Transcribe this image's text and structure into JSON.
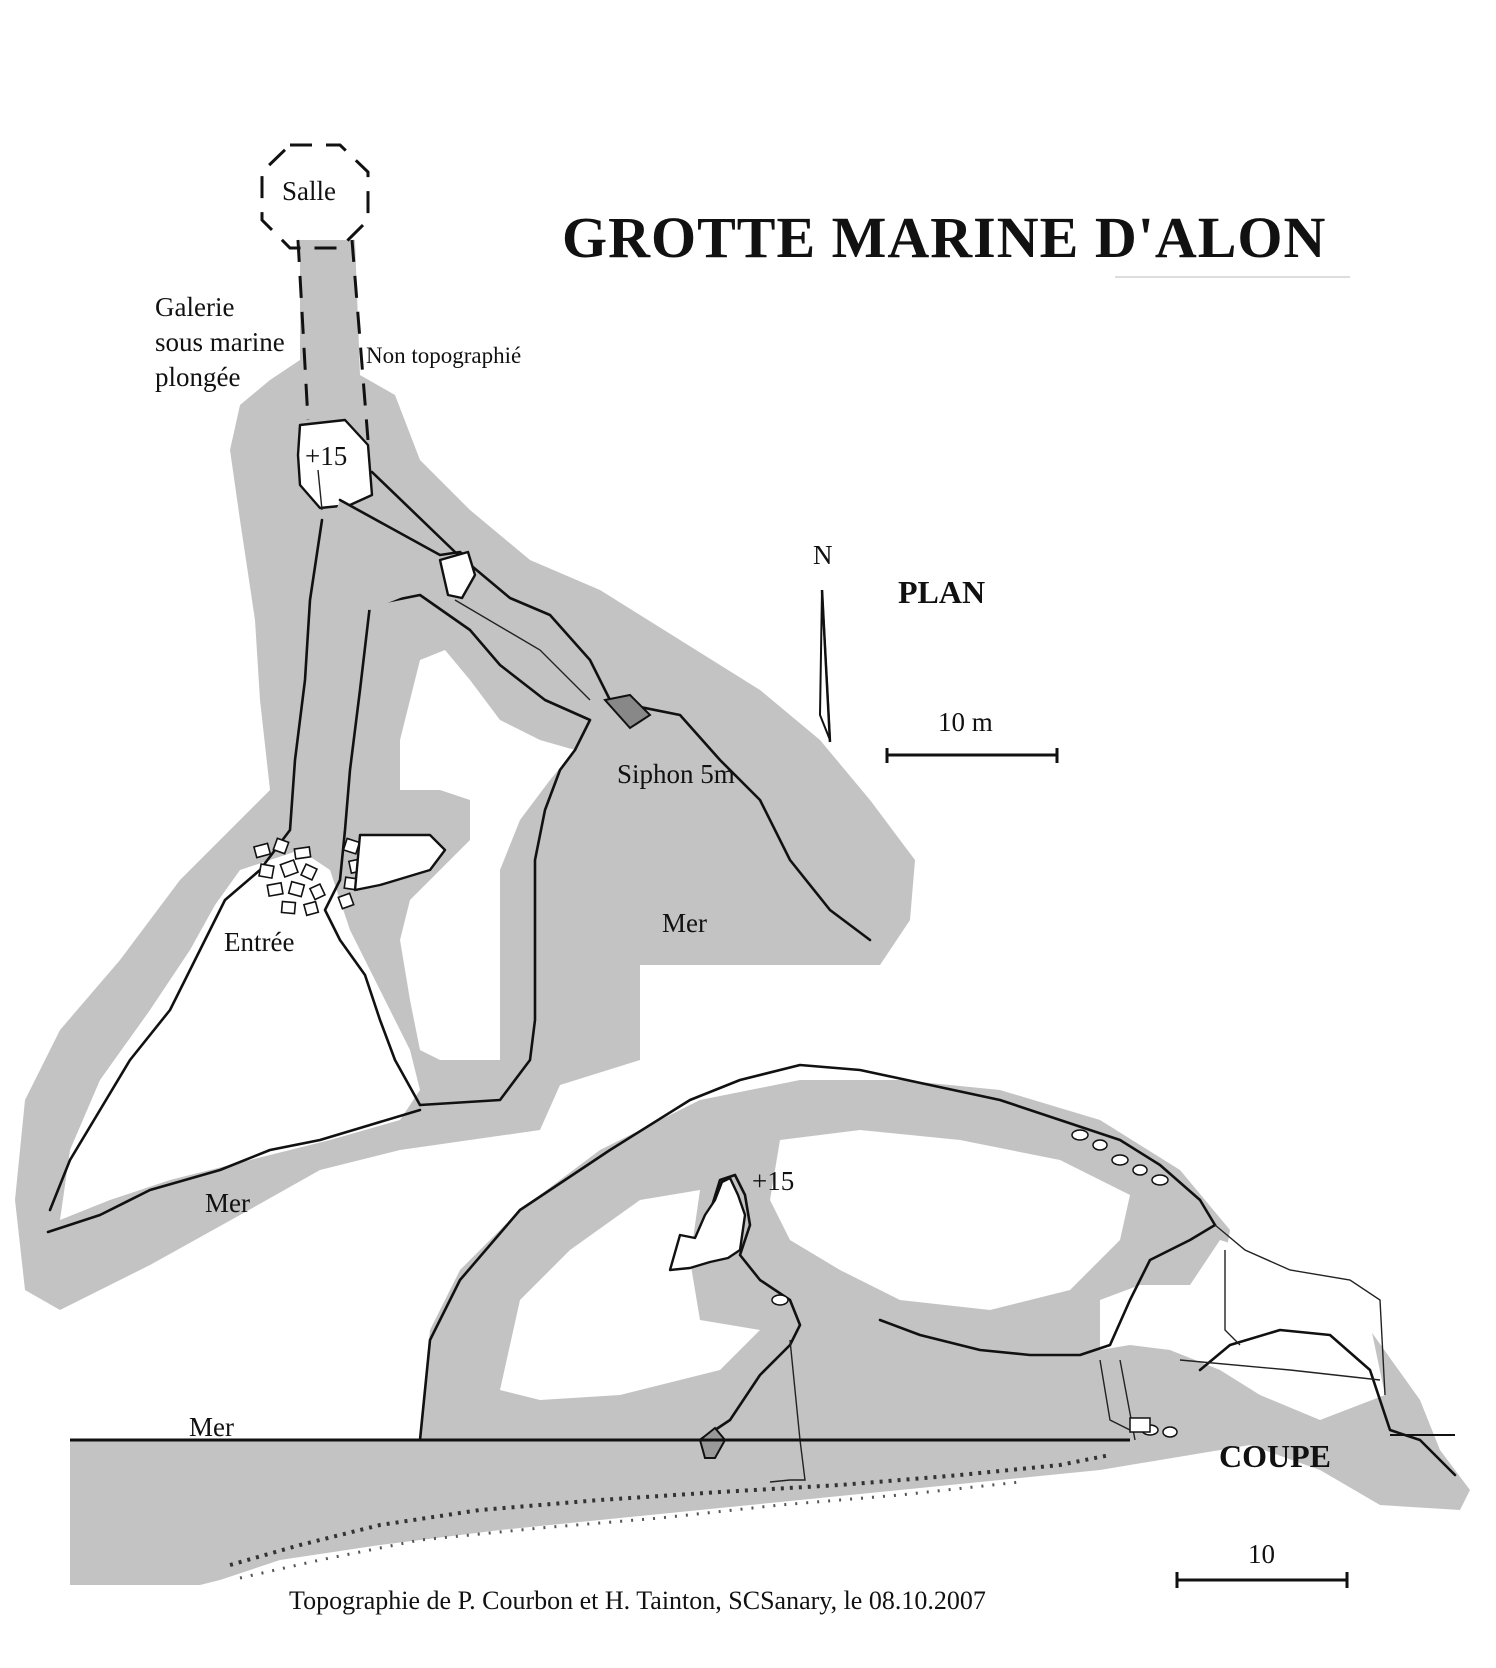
{
  "title": "GROTTE MARINE D'ALON",
  "plan": {
    "heading": "PLAN",
    "north_label": "N",
    "scale_label": "10 m",
    "labels": {
      "salle": "Salle",
      "galerie_line1": "Galerie",
      "galerie_line2": "sous marine",
      "galerie_line3": "plongée",
      "non_topo": "Non topographié",
      "height": "+15",
      "siphon": "Siphon 5m",
      "entree": "Entrée",
      "mer_inner": "Mer",
      "mer_outer": "Mer"
    }
  },
  "coupe": {
    "heading": "COUPE",
    "scale_label": "10",
    "labels": {
      "mer": "Mer",
      "height": "+15"
    }
  },
  "credit": "Topographie de P. Courbon et H. Tainton, SCSanary, le 08.10.2007",
  "colors": {
    "rock": "#c3c3c3",
    "ink": "#111111",
    "background": "#ffffff"
  }
}
